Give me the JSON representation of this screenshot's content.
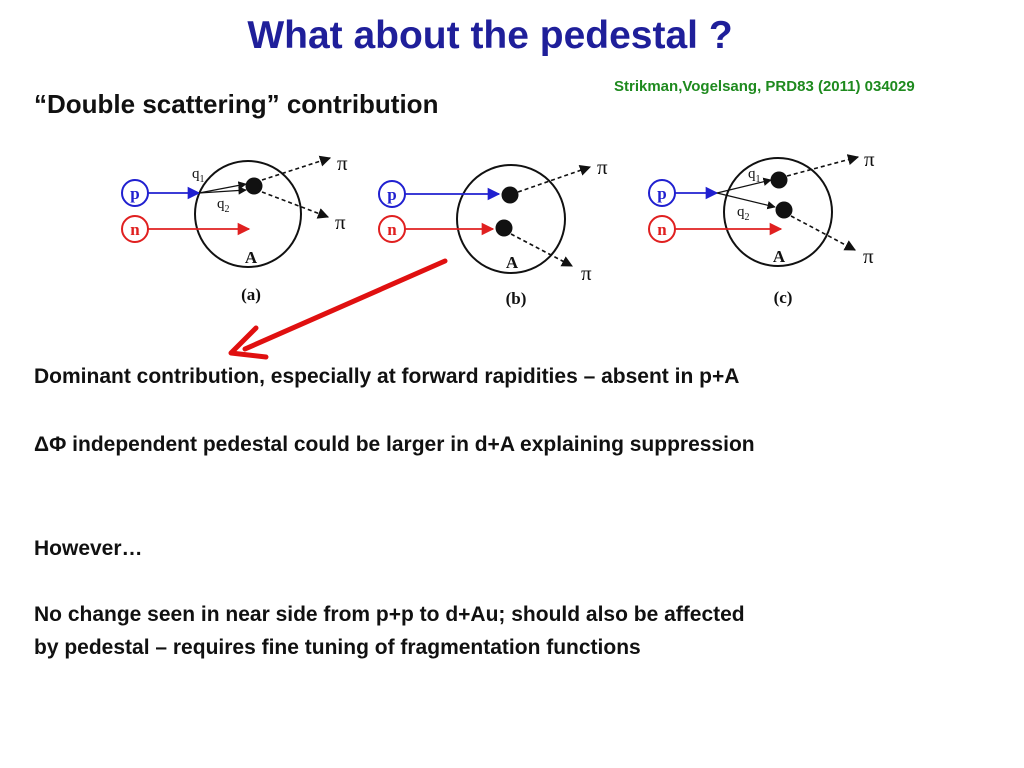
{
  "slide": {
    "title": "What about the pedestal ?",
    "reference": "Strikman,Vogelsang, PRD83 (2011) 034029",
    "subtitle": "“Double scattering” contribution"
  },
  "diagram": {
    "proton_label": "p",
    "neutron_label": "n",
    "nucleus_label": "A",
    "pion_label": "π",
    "q1_base": "q",
    "q1_sub": "1",
    "q2_base": "q",
    "q2_sub": "2",
    "panels": [
      {
        "caption": "(a)"
      },
      {
        "caption": "(b)"
      },
      {
        "caption": "(c)"
      }
    ],
    "colors": {
      "proton": "#2020d0",
      "neutron": "#e02020",
      "pointer_arrow": "#e01010"
    }
  },
  "body": {
    "line1": "Dominant contribution, especially at forward rapidities – absent in p+A",
    "line2": "ΔΦ independent pedestal could be larger in d+A explaining suppression",
    "line3": "However…",
    "line4": "No change seen in near side from p+p to d+Au; should also be affected",
    "line5": "by pedestal – requires fine tuning of fragmentation functions"
  }
}
